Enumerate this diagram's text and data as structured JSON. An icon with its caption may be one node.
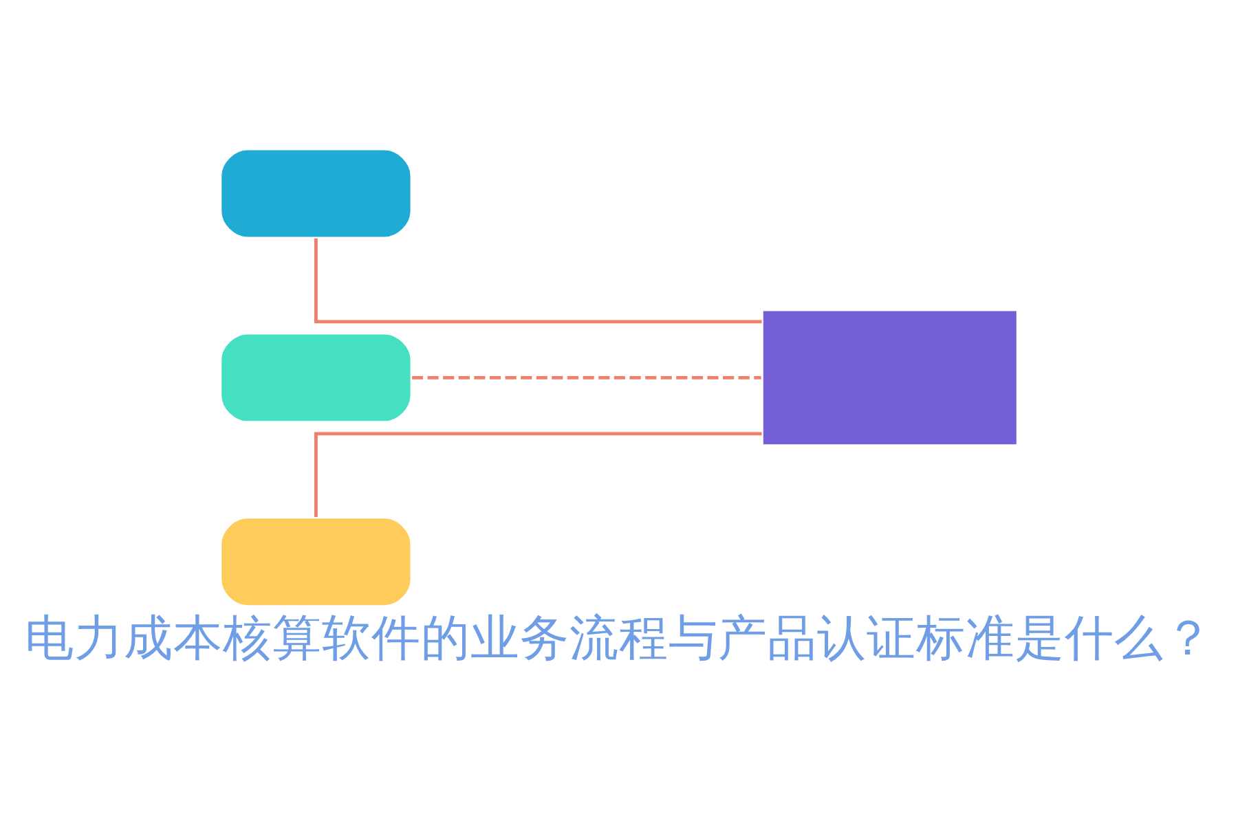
{
  "diagram": {
    "title": "电力成本核算软件的业务流程与产品认证标准是什么？",
    "nodes": [
      {
        "text": [],
        "shape": "box"
      },
      {
        "text": [],
        "shape": "box"
      },
      {
        "text": [],
        "shape": "box"
      },
      {
        "text": [],
        "shape": "box"
      }
    ],
    "edges": [
      {
        "from": 0,
        "to": 3,
        "arrow": "none"
      },
      {
        "from": 1,
        "to": 3,
        "arrow": "none",
        "style": "dashed"
      },
      {
        "from": 2,
        "to": 3,
        "arrow": "none"
      }
    ]
  }
}
